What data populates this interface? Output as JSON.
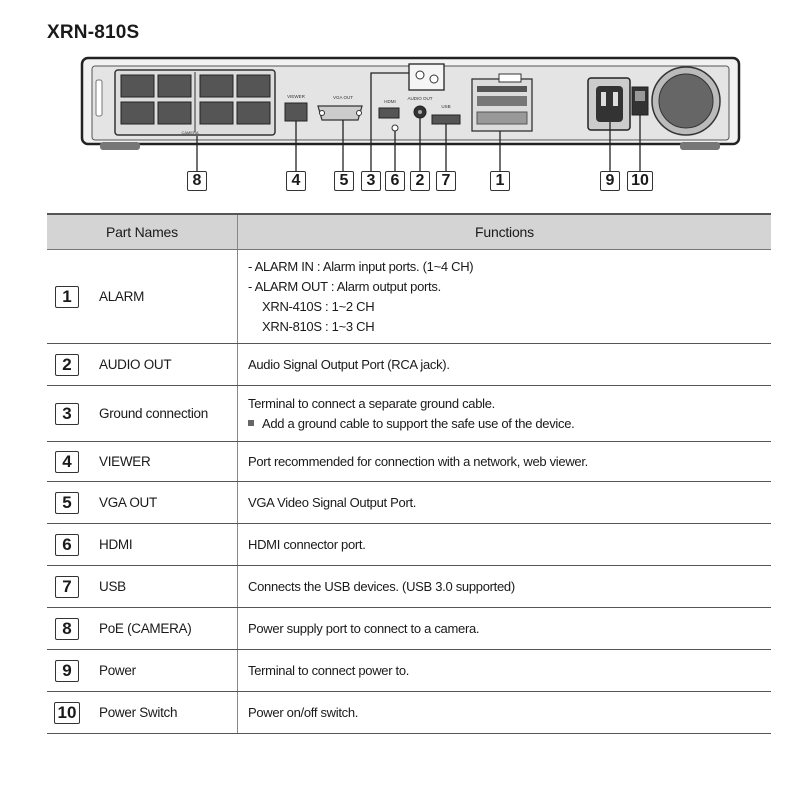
{
  "model": "XRN-810S",
  "device": {
    "viewer_label": "VIEWER",
    "vga_label": "VGA OUT",
    "hdmi_label": "HDMI",
    "audio_label": "AUDIO OUT",
    "usb_label": "USB",
    "poe_label": "CAMERA"
  },
  "callouts": [
    "8",
    "4",
    "5",
    "3",
    "6",
    "2",
    "7",
    "1",
    "9",
    "10"
  ],
  "table": {
    "header_names": "Part Names",
    "header_functions": "Functions",
    "rows": [
      {
        "num": "1",
        "name": "ALARM",
        "lines": [
          "- ALARM IN : Alarm input ports. (1~4 CH)",
          "- ALARM OUT : Alarm output ports.",
          "XRN-410S : 1~2 CH",
          "XRN-810S : 1~3 CH"
        ]
      },
      {
        "num": "2",
        "name": "AUDIO OUT",
        "func": "Audio Signal Output Port (RCA jack)."
      },
      {
        "num": "3",
        "name": "Ground connection",
        "func": "Terminal to connect a separate ground cable.",
        "note": "Add a ground cable to support the safe use of the device."
      },
      {
        "num": "4",
        "name": "VIEWER",
        "func": "Port recommended for connection with a network, web viewer."
      },
      {
        "num": "5",
        "name": "VGA OUT",
        "func": "VGA Video Signal Output Port."
      },
      {
        "num": "6",
        "name": "HDMI",
        "func": "HDMI connector port."
      },
      {
        "num": "7",
        "name": "USB",
        "func": "Connects the USB devices. (USB 3.0 supported)"
      },
      {
        "num": "8",
        "name": "PoE (CAMERA)",
        "func": "Power supply port to connect to a camera."
      },
      {
        "num": "9",
        "name": "Power",
        "func": "Terminal to connect power to."
      },
      {
        "num": "10",
        "name": "Power Switch",
        "func": "Power on/off switch."
      }
    ]
  }
}
